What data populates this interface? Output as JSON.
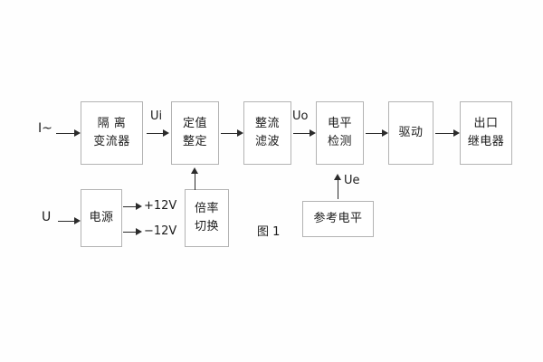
{
  "figure": {
    "caption": "图 1",
    "blocks": [
      {
        "id": "isolation",
        "lines": [
          "隔 离",
          "变流器"
        ]
      },
      {
        "id": "setting",
        "lines": [
          "定值",
          "整定"
        ]
      },
      {
        "id": "rectifier",
        "lines": [
          "整流",
          "滤波"
        ]
      },
      {
        "id": "level",
        "lines": [
          "电平",
          "检测"
        ]
      },
      {
        "id": "drive",
        "lines": [
          "驱动"
        ]
      },
      {
        "id": "output",
        "lines": [
          "出口",
          "继电器"
        ]
      },
      {
        "id": "power",
        "lines": [
          "电源"
        ]
      },
      {
        "id": "multiplier",
        "lines": [
          "倍率",
          "切换"
        ]
      },
      {
        "id": "reference",
        "lines": [
          "参考电平"
        ]
      }
    ],
    "signals": {
      "current_input": "I~",
      "voltage_input": "U",
      "ui": "Ui",
      "uo": "Uo",
      "ue": "Ue",
      "rail_positive": "+12V",
      "rail_negative": "−12V"
    }
  }
}
